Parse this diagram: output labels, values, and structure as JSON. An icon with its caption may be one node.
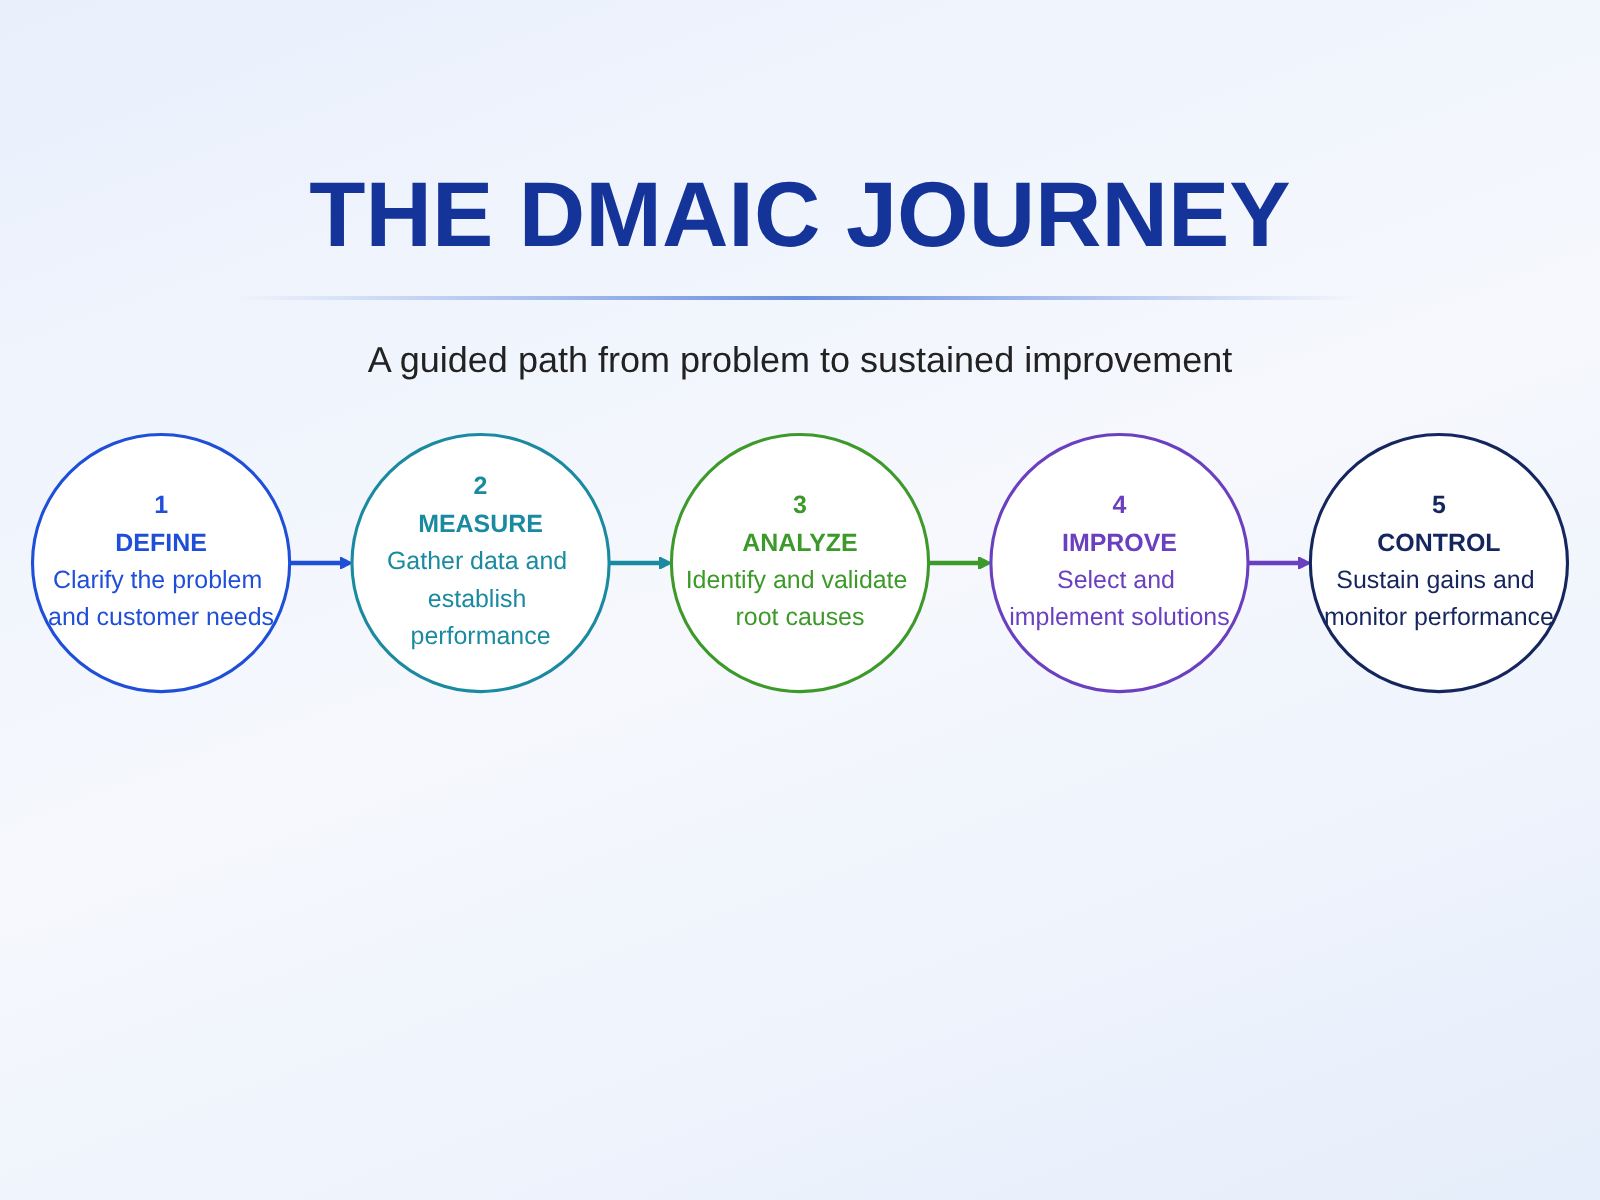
{
  "diagram": {
    "title": "THE DMAIC JOURNEY",
    "nodes": [
      {
        "text": [
          "1",
          "DEFINE",
          "Clarify the problem and customer needs"
        ]
      },
      {
        "text": [
          "2",
          "MEASURE",
          "Gather data and establish performance"
        ]
      },
      {
        "text": [
          "3",
          "ANALYZE",
          "Identify and validate root causes"
        ]
      },
      {
        "text": [
          "4",
          "IMPROVE",
          "Select and implement solutions"
        ]
      },
      {
        "text": [
          "5",
          "CONTROL",
          "Sustain gains and monitor performance"
        ]
      }
    ],
    "edges": [
      {
        "from": 0,
        "to": 1,
        "arrow": "to",
        "color": "#1f4fd8"
      },
      {
        "from": 1,
        "to": 2,
        "arrow": "to",
        "color": "#1a8aa0"
      },
      {
        "from": 2,
        "to": 3,
        "arrow": "to",
        "color": "#3d9a2a"
      },
      {
        "from": 3,
        "to": 4,
        "arrow": "to",
        "color": "#6a3fc0"
      }
    ],
    "labels": [
      "A guided path from problem to sustained improvement"
    ]
  }
}
